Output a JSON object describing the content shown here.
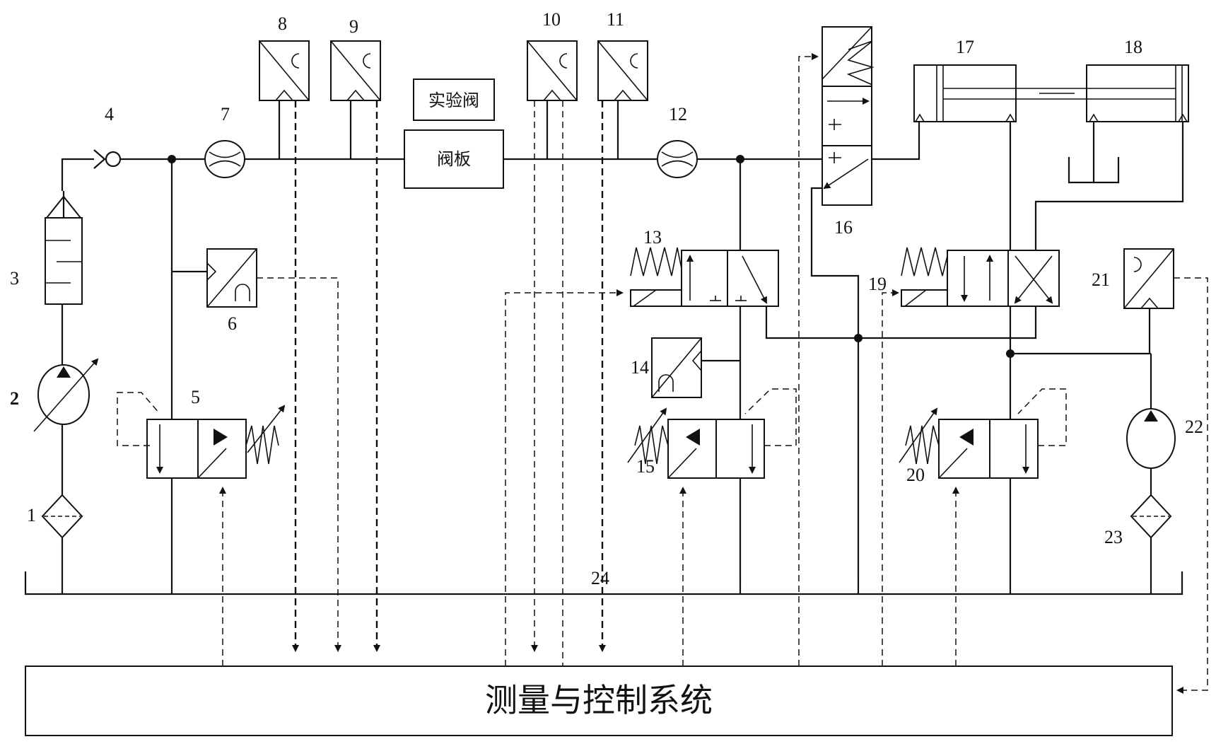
{
  "labels": {
    "n1": "1",
    "n2": "2",
    "n3": "3",
    "n4": "4",
    "n5": "5",
    "n6": "6",
    "n7": "7",
    "n8": "8",
    "n9": "9",
    "n10": "10",
    "n11": "11",
    "n12": "12",
    "n13": "13",
    "n14": "14",
    "n15": "15",
    "n16": "16",
    "n17": "17",
    "n18": "18",
    "n19": "19",
    "n20": "20",
    "n21": "21",
    "n22": "22",
    "n23": "23",
    "n24": "24"
  },
  "test_valve": "实验阀",
  "valve_plate": "阀板",
  "control_system": "测量与控制系统"
}
